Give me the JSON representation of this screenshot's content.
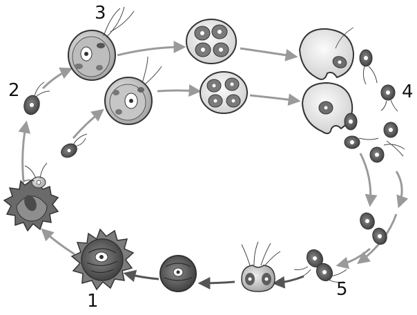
{
  "labels": {
    "stage_1": "1",
    "stage_2": "2",
    "stage_3": "3",
    "stage_4": "4",
    "stage_5": "5"
  },
  "colors": {
    "arrow": "#9a9a9a",
    "arrow_dark": "#555555",
    "cell_fill": "#d8d8d8",
    "cell_dark": "#6e6e6e",
    "sporangium": "#f0f0f0",
    "zygospore_wall": "#5a5a5a",
    "nucleus": "#ffffff",
    "outline": "#333333"
  }
}
